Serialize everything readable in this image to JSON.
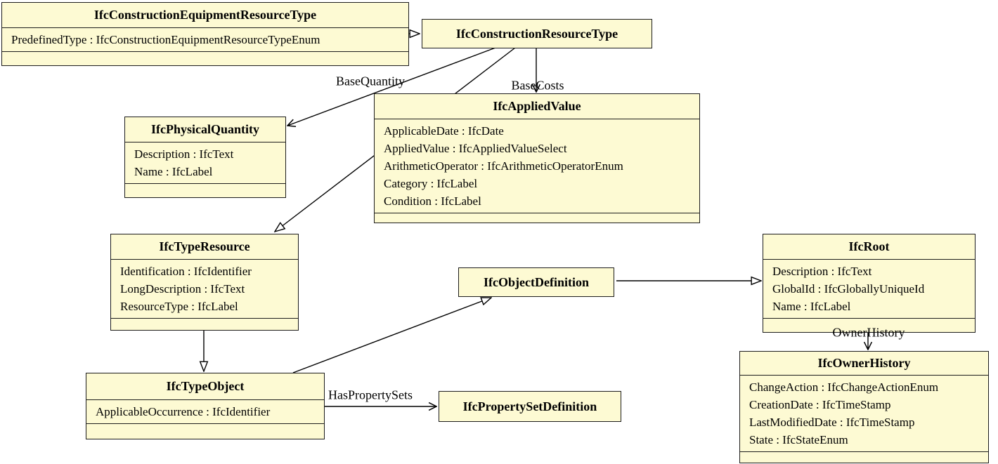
{
  "diagram": {
    "title": "IFC construction resource type UML class diagram",
    "colors": {
      "background": "#FFFFFF",
      "box_fill": "#FDFAD3",
      "box_border": "#1C1C1C",
      "line_color": "#000000",
      "text_color": "#000000"
    },
    "classes": [
      {
        "name": "IfcConstructionEquipmentResourceType",
        "attributes": [
          "PredefinedType : IfcConstructionEquipmentResourceTypeEnum"
        ]
      },
      {
        "name": "IfcConstructionResourceType",
        "attributes": []
      },
      {
        "name": "IfcPhysicalQuantity",
        "attributes": [
          "Description : IfcText",
          "Name : IfcLabel"
        ]
      },
      {
        "name": "IfcAppliedValue",
        "attributes": [
          "ApplicableDate : IfcDate",
          "AppliedValue : IfcAppliedValueSelect",
          "ArithmeticOperator : IfcArithmeticOperatorEnum",
          "Category : IfcLabel",
          "Condition : IfcLabel"
        ]
      },
      {
        "name": "IfcTypeResource",
        "attributes": [
          "Identification : IfcIdentifier",
          "LongDescription : IfcText",
          "ResourceType : IfcLabel"
        ]
      },
      {
        "name": "IfcObjectDefinition",
        "attributes": []
      },
      {
        "name": "IfcTypeObject",
        "attributes": [
          "ApplicableOccurrence : IfcIdentifier"
        ]
      },
      {
        "name": "IfcPropertySetDefinition",
        "attributes": []
      },
      {
        "name": "IfcRoot",
        "attributes": [
          "Description : IfcText",
          "GlobalId : IfcGloballyUniqueId",
          "Name : IfcLabel"
        ]
      },
      {
        "name": "IfcOwnerHistory",
        "attributes": [
          "ChangeAction : IfcChangeActionEnum",
          "CreationDate : IfcTimeStamp",
          "LastModifiedDate : IfcTimeStamp",
          "State : IfcStateEnum"
        ]
      }
    ],
    "edge_labels": {
      "base_quantity": "BaseQuantity",
      "base_costs": "BaseCosts",
      "has_property_sets": "HasPropertySets",
      "owner_history": "OwnerHistory"
    },
    "relationships": [
      {
        "type": "generalization",
        "from": "IfcConstructionEquipmentResourceType",
        "to": "IfcConstructionResourceType"
      },
      {
        "type": "generalization",
        "from": "IfcConstructionResourceType",
        "to": "IfcTypeResource"
      },
      {
        "type": "generalization",
        "from": "IfcTypeResource",
        "to": "IfcTypeObject"
      },
      {
        "type": "generalization",
        "from": "IfcTypeObject",
        "to": "IfcObjectDefinition"
      },
      {
        "type": "generalization",
        "from": "IfcObjectDefinition",
        "to": "IfcRoot"
      },
      {
        "type": "association",
        "label": "BaseQuantity",
        "from": "IfcConstructionResourceType",
        "to": "IfcPhysicalQuantity"
      },
      {
        "type": "association",
        "label": "BaseCosts",
        "from": "IfcConstructionResourceType",
        "to": "IfcAppliedValue"
      },
      {
        "type": "association",
        "label": "HasPropertySets",
        "from": "IfcTypeObject",
        "to": "IfcPropertySetDefinition"
      },
      {
        "type": "association",
        "label": "OwnerHistory",
        "from": "IfcRoot",
        "to": "IfcOwnerHistory"
      }
    ]
  }
}
